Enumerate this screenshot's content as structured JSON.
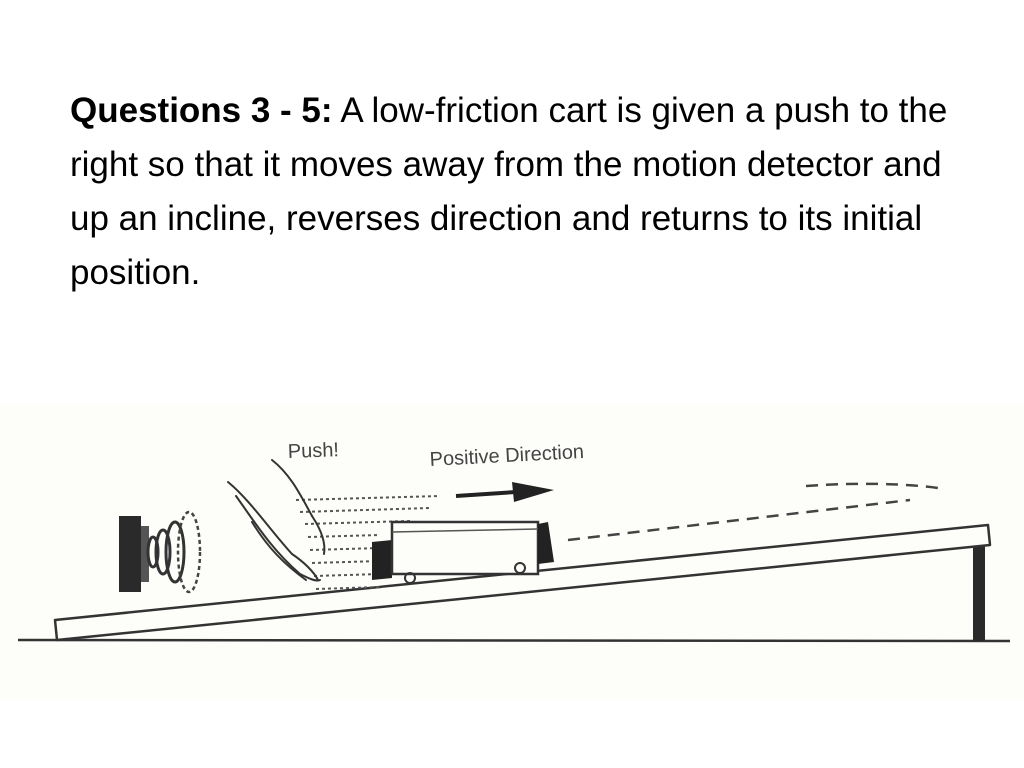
{
  "question": {
    "label": "Questions 3 - 5:",
    "text": "A low-friction cart is given a push to the right so that it moves away from the motion detector and up an incline, reverses direction and returns to its initial position."
  },
  "figure": {
    "push_label": "Push!",
    "direction_label": "Positive Direction"
  }
}
